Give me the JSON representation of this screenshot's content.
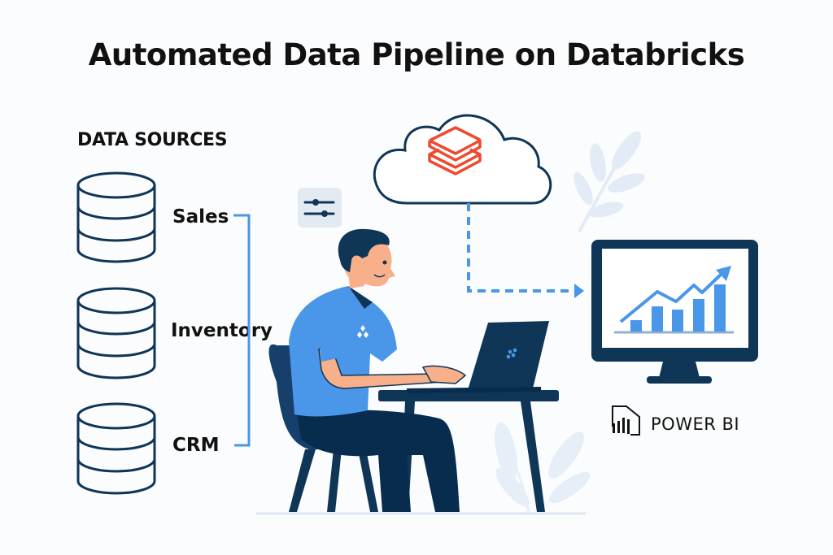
{
  "title": "Automated Data Pipeline on Databricks",
  "data_sources": {
    "heading": "DATA SOURCES",
    "items": [
      {
        "label": "Sales",
        "icon": "database-icon"
      },
      {
        "label": "Inventory",
        "icon": "database-icon"
      },
      {
        "label": "CRM",
        "icon": "database-icon"
      }
    ]
  },
  "platform": {
    "icon": "databricks-logo-icon",
    "container": "cloud-icon"
  },
  "controls": {
    "icon": "sliders-icon"
  },
  "destination": {
    "label": "POWER BI",
    "icon": "power-bi-logo-icon",
    "display": "monitor-chart-icon"
  },
  "colors": {
    "navy": "#0f3557",
    "accent_blue": "#4a96e8",
    "databricks_red": "#ee4a2f",
    "skin": "#f7b08a",
    "leaf": "#e3ebf6"
  }
}
